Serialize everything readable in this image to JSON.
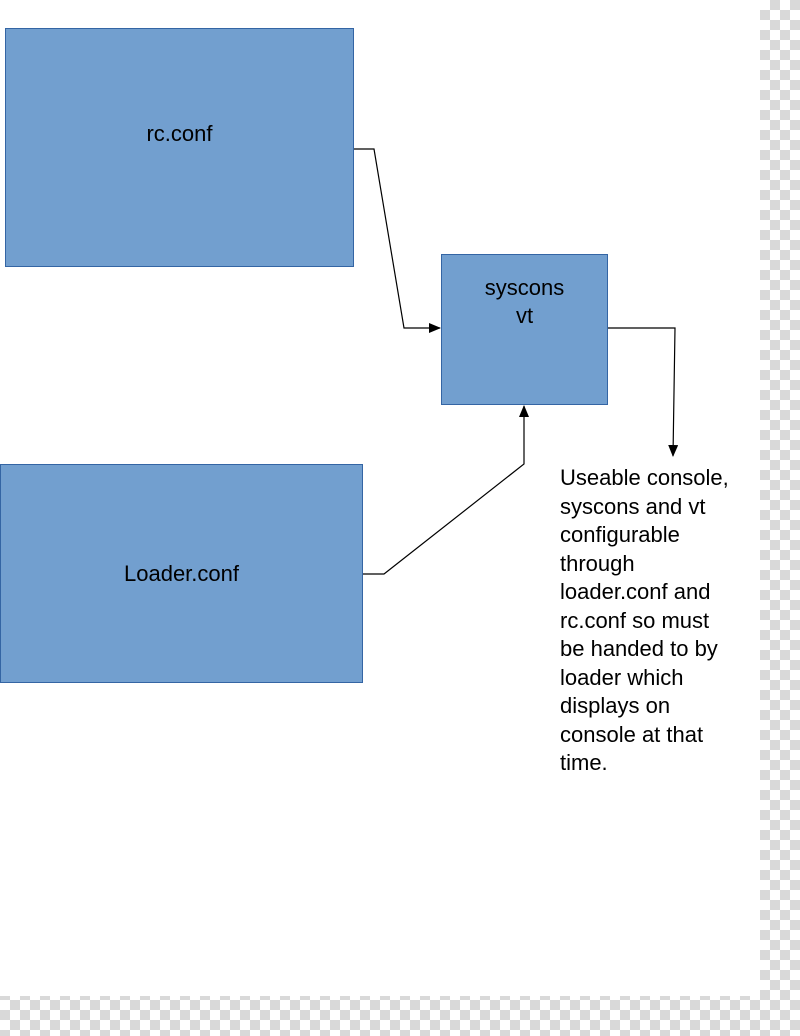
{
  "nodes": {
    "rc_conf": "rc.conf",
    "loader_conf": "Loader.conf",
    "syscons": "syscons",
    "vt": "vt"
  },
  "note_lines": [
    "Useable console,",
    "syscons and vt",
    "configurable",
    "through",
    "loader.conf and",
    "rc.conf so must",
    "be handed to by",
    "loader which",
    "displays on",
    "console at that",
    "time."
  ],
  "colors": {
    "box_fill": "#729fcf",
    "box_border": "#3465a4",
    "connector": "#000000"
  },
  "edges": [
    {
      "from": "rc_conf",
      "to": "syscons"
    },
    {
      "from": "loader_conf",
      "to": "syscons"
    },
    {
      "from": "syscons",
      "to": "note"
    }
  ]
}
